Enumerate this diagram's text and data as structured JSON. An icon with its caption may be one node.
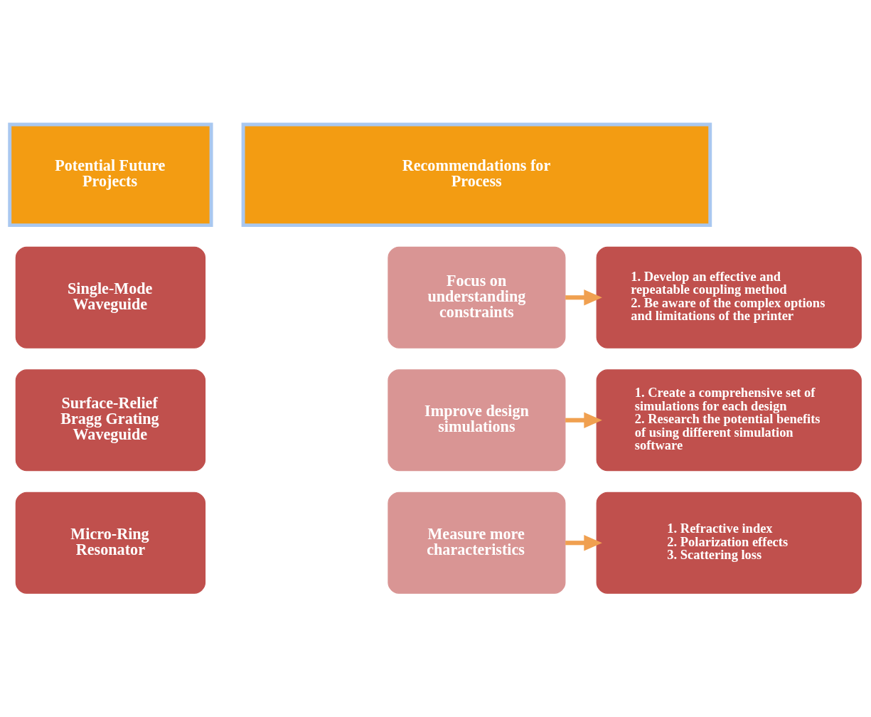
{
  "diagram": {
    "nodes": [
      {
        "text": [
          "Potential Future Projects"
        ]
      },
      {
        "text": [
          "Recommendations for Process"
        ]
      },
      {
        "text": [
          "Single-Mode Waveguide"
        ]
      },
      {
        "text": [
          "Focus on understanding constraints"
        ]
      },
      {
        "text": [
          "1. Develop an effective and repeatable coupling method",
          "2. Be aware of the complex options and limitations of the printer"
        ]
      },
      {
        "text": [
          "Surface-Relief Bragg Grating Waveguide"
        ]
      },
      {
        "text": [
          "Improve design simulations"
        ]
      },
      {
        "text": [
          "1. Create a comprehensive set of simulations for each design",
          "2. Research the potential benefits of using different simulation software"
        ]
      },
      {
        "text": [
          "Micro-Ring Resonator"
        ]
      },
      {
        "text": [
          "Measure more characteristics"
        ]
      },
      {
        "text": [
          "1. Refractive index",
          "2. Polarization effects",
          "3. Scattering loss"
        ]
      }
    ],
    "edges": [
      {
        "from": 3,
        "to": 4,
        "arrow": "to"
      },
      {
        "from": 6,
        "to": 7,
        "arrow": "to"
      },
      {
        "from": 9,
        "to": 10,
        "arrow": "to"
      }
    ]
  }
}
